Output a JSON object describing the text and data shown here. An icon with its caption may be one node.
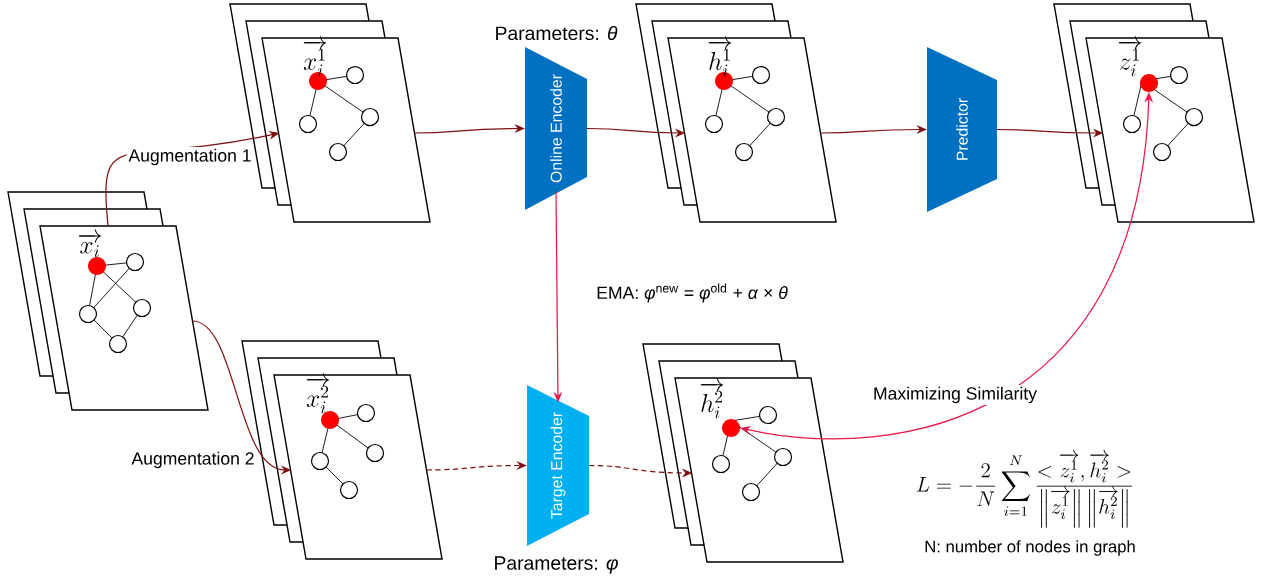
{
  "diagram": {
    "nodes": [
      {
        "text": [
          "\\overrightarrow{x_i}"
        ]
      },
      {
        "text": [
          "\\overrightarrow{x_i^1}"
        ]
      },
      {
        "text": [
          "\\overrightarrow{x_i^2}"
        ]
      },
      {
        "text": [
          "Online Encoder"
        ],
        "beside": [
          "Parameters: *θ*"
        ]
      },
      {
        "text": [
          "Target Encoder"
        ],
        "beside": [
          "Parameters: *φ*"
        ]
      },
      {
        "text": [
          "\\overrightarrow{h_i^1}"
        ]
      },
      {
        "text": [
          "\\overrightarrow{h_i^2}"
        ]
      },
      {
        "text": [
          "Predictor"
        ]
      },
      {
        "text": [
          "\\overrightarrow{z_i^1}"
        ]
      },
      {
        "text": [],
        "shape": "circle",
        "in": 8
      },
      {
        "text": [],
        "shape": "circle",
        "in": 6
      }
    ],
    "edges": [
      {
        "from": 0,
        "to": 1,
        "arrow": "to",
        "label": "Augmentation 1"
      },
      {
        "from": 0,
        "to": 2,
        "arrow": "to",
        "label": "Augmentation 2"
      },
      {
        "from": 1,
        "to": 3,
        "arrow": "to"
      },
      {
        "from": 3,
        "to": 5,
        "arrow": "to"
      },
      {
        "from": 5,
        "to": 7,
        "arrow": "to"
      },
      {
        "from": 7,
        "to": 8,
        "arrow": "to"
      },
      {
        "from": 2,
        "to": 4,
        "arrow": "to",
        "style": "dashed"
      },
      {
        "from": 4,
        "to": 6,
        "arrow": "to",
        "style": "dashed"
      },
      {
        "from": 3,
        "to": 4,
        "arrow": "to",
        "color": "#e8174a",
        "label": "EMA: *φ*$^{new}$ = *φ*$^{old}$ + *α* × *θ*"
      },
      {
        "from": 9,
        "to": 10,
        "arrow": "both",
        "color": "#e8174a",
        "label": "Maximizing Similarity"
      }
    ],
    "labels": [
      "L=-\\frac{2}{N}\\sum_{i=1}^{N}\\frac{<\\overrightarrow{z_i^1},\\overrightarrow{h_i^2}>}{\\left\\|\\overrightarrow{z_i^1}\\right\\|\\left\\|\\overrightarrow{h_i^2}\\right\\|}",
      "N: number of nodes in graph"
    ]
  }
}
